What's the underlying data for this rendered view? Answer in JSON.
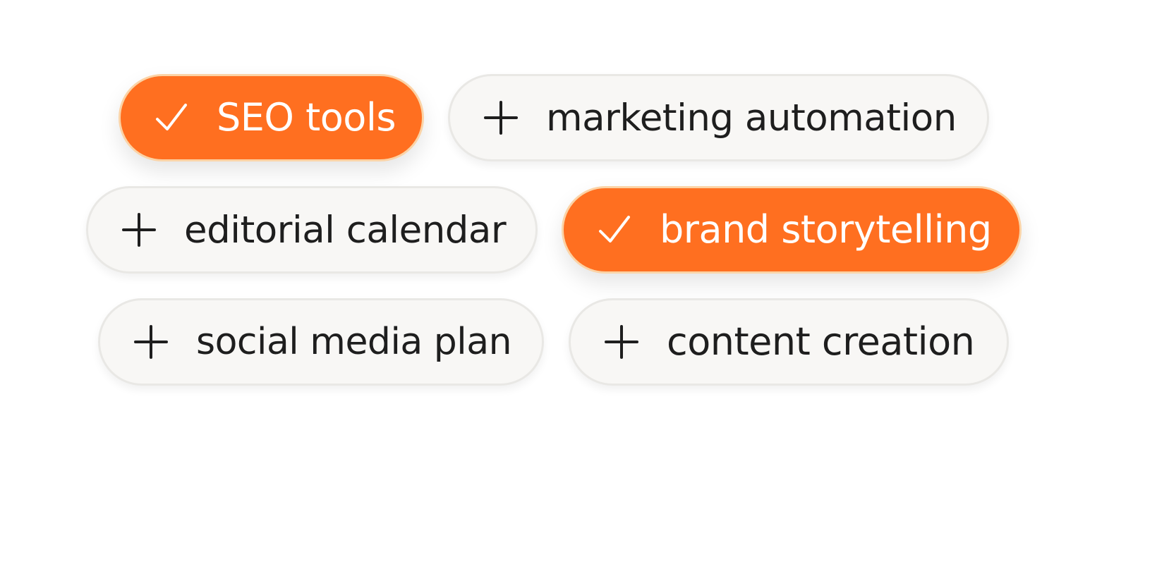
{
  "colors": {
    "selected_bg": "#ff6f20",
    "selected_border": "#fbd3a6",
    "selected_text": "#ffffff",
    "unselected_bg": "#f8f7f5",
    "unselected_border": "#e9e8e5",
    "unselected_text": "#1e1e1e"
  },
  "chips": [
    {
      "label": "SEO tools",
      "selected": true,
      "icon": "check-icon"
    },
    {
      "label": "marketing automation",
      "selected": false,
      "icon": "plus-icon"
    },
    {
      "label": "editorial calendar",
      "selected": false,
      "icon": "plus-icon"
    },
    {
      "label": "brand storytelling",
      "selected": true,
      "icon": "check-icon"
    },
    {
      "label": "social media plan",
      "selected": false,
      "icon": "plus-icon"
    },
    {
      "label": "content creation",
      "selected": false,
      "icon": "plus-icon"
    }
  ]
}
